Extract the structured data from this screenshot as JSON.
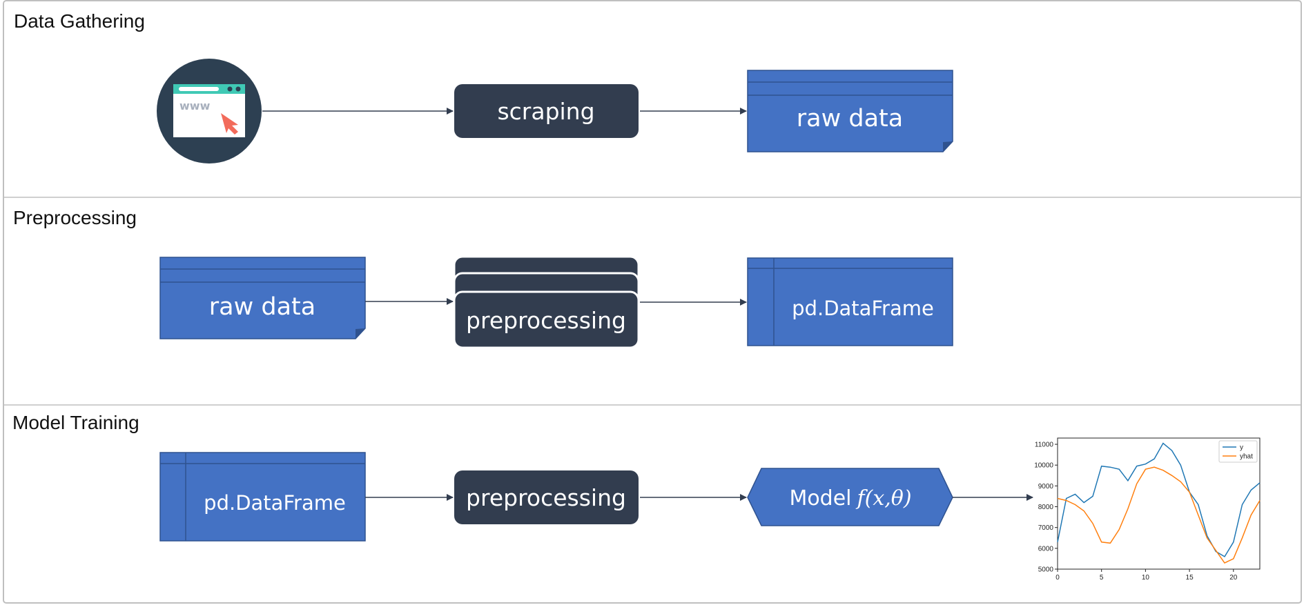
{
  "lanes": [
    {
      "title": "Data Gathering"
    },
    {
      "title": "Preprocessing"
    },
    {
      "title": "Model Training"
    }
  ],
  "nodes": {
    "browser_icon_text": "www",
    "scraping": "scraping",
    "raw_data_1": "raw data",
    "raw_data_2": "raw data",
    "preprocessing_1": "preprocessing",
    "dataframe_1": "pd.DataFrame",
    "dataframe_2": "pd.DataFrame",
    "preprocessing_2": "preprocessing",
    "model_prefix": "Model",
    "model_formula": "f(x,θ)"
  },
  "colors": {
    "navy": "#323d4f",
    "blue": "#4472c4",
    "blue_border": "#2f528f",
    "teal": "#40c9b5",
    "cursor": "#f26b5b",
    "lane_border": "#bfbfbf",
    "series_y": "#1f77b4",
    "series_yhat": "#ff7f0e"
  },
  "chart_data": {
    "type": "line",
    "title": "",
    "xlabel": "",
    "ylabel": "",
    "xlim": [
      0,
      23
    ],
    "ylim": [
      5000,
      11300
    ],
    "xticks": [
      0,
      5,
      10,
      15,
      20
    ],
    "yticks": [
      5000,
      6000,
      7000,
      8000,
      9000,
      10000,
      11000
    ],
    "legend": "top-right",
    "x": [
      0,
      1,
      2,
      3,
      4,
      5,
      6,
      7,
      8,
      9,
      10,
      11,
      12,
      13,
      14,
      15,
      16,
      17,
      18,
      19,
      20,
      21,
      22,
      23
    ],
    "series": [
      {
        "name": "y",
        "values": [
          6300,
          8400,
          8600,
          8200,
          8500,
          9950,
          9900,
          9800,
          9250,
          9950,
          10050,
          10300,
          11050,
          10700,
          10000,
          8700,
          8100,
          6600,
          5850,
          5600,
          6300,
          8100,
          8800,
          9150
        ]
      },
      {
        "name": "yhat",
        "values": [
          8400,
          8300,
          8100,
          7800,
          7200,
          6300,
          6250,
          6900,
          7900,
          9100,
          9800,
          9900,
          9750,
          9500,
          9200,
          8700,
          7600,
          6500,
          5900,
          5300,
          5500,
          6500,
          7600,
          8300
        ]
      }
    ]
  }
}
